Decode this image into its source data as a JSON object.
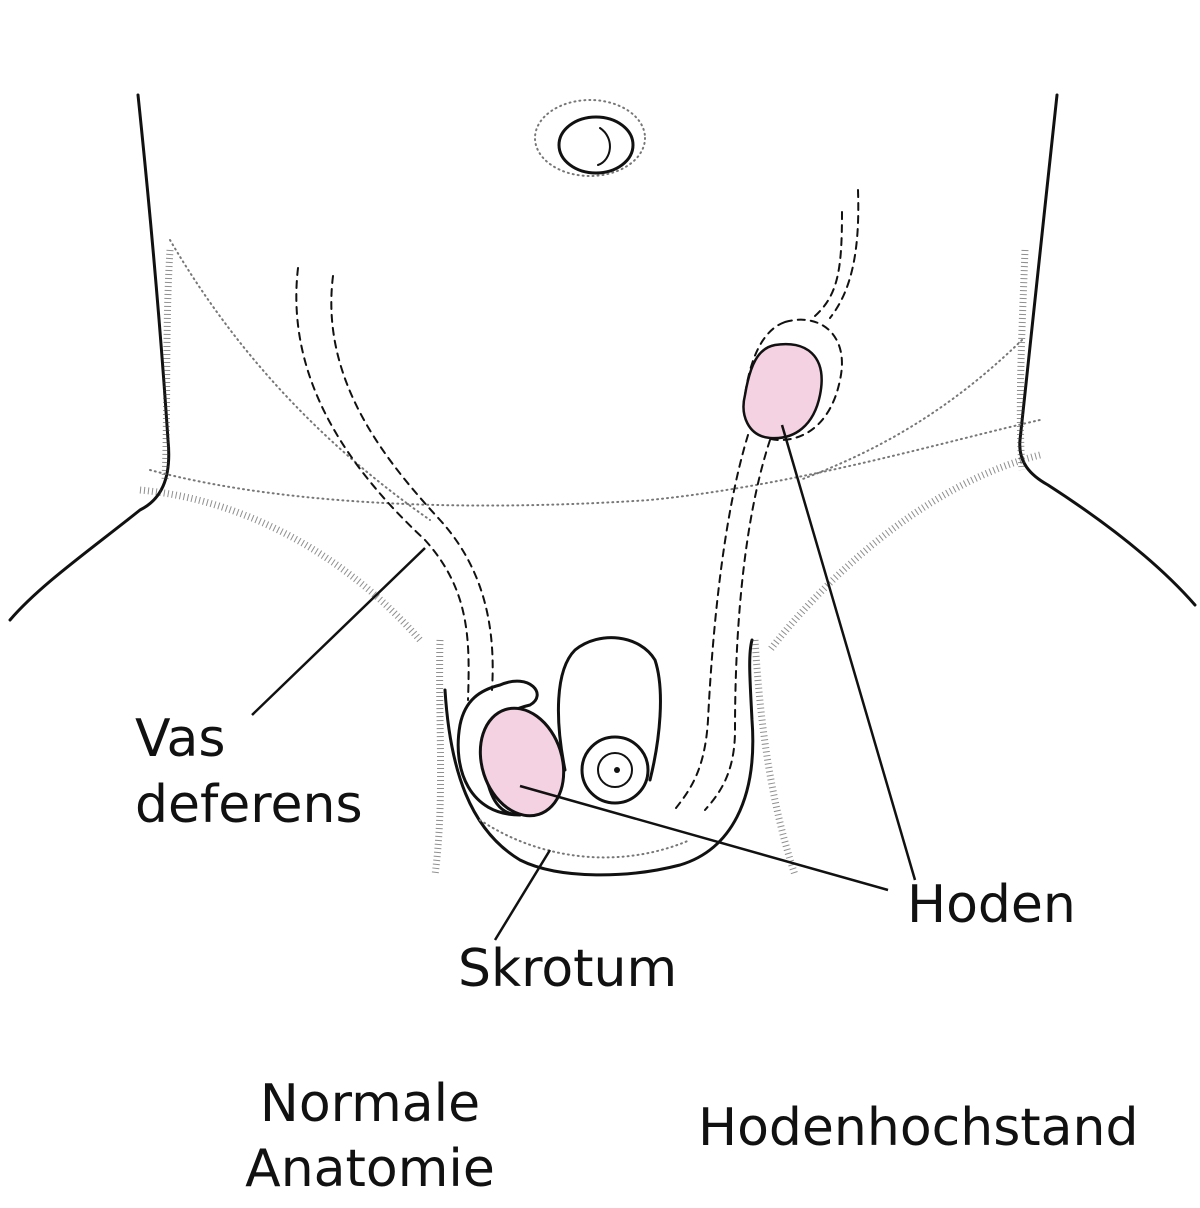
{
  "labels": {
    "vas_deferens_line1": "Vas",
    "vas_deferens_line2": "deferens",
    "hoden": "Hoden",
    "skrotum": "Skrotum",
    "normal_anatomy_line1": "Normale",
    "normal_anatomy_line2": "Anatomie",
    "undescended": "Hodenhochstand"
  },
  "colors": {
    "testis_fill": "#f5d2e2",
    "line": "#111111"
  }
}
